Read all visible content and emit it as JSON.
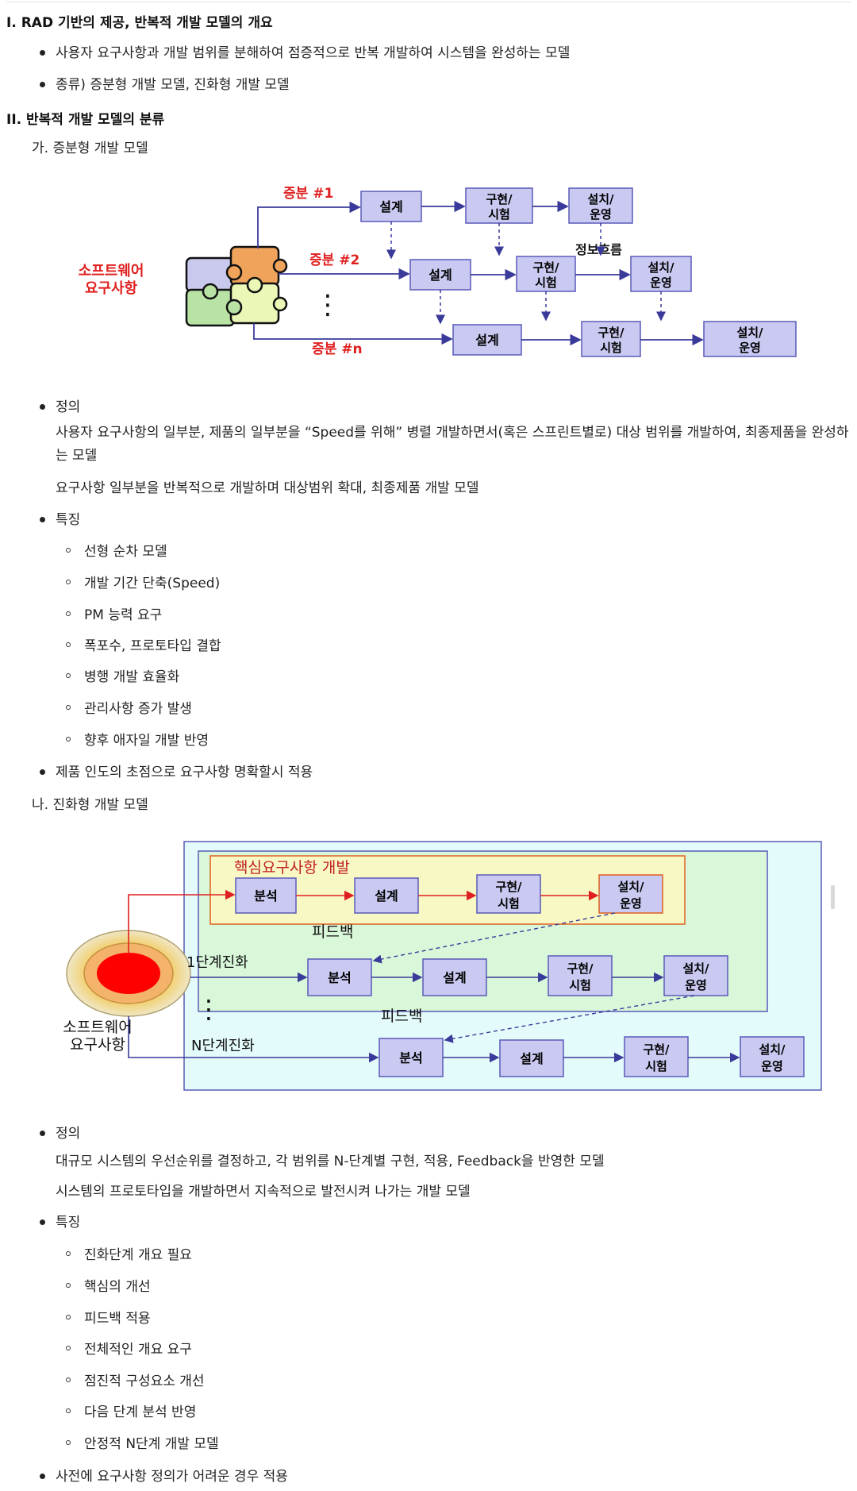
{
  "section1": {
    "heading": "I. RAD 기반의 제공, 반복적 개발 모델의 개요",
    "bullets": [
      "사용자 요구사항과 개발 범위를 분해하여 점증적으로 반복 개발하여 시스템을 완성하는 모델",
      "종류) 증분형 개발 모델, 진화형 개발 모델"
    ]
  },
  "section2": {
    "heading": "II. 반복적 개발 모델의 분류",
    "incremental": {
      "title": "가. 증분형 개발 모델",
      "diagram": {
        "source": "소프트웨어\n요구사항",
        "source_line1": "소프트웨어",
        "source_line2": "요구사항",
        "inc1": "증분 #1",
        "inc2": "증분 #2",
        "incn": "증분 #n",
        "info_flow": "정보흐름",
        "design": "설계",
        "impl_line1": "구현/",
        "impl_line2": "시험",
        "install_line1": "설치/",
        "install_line2": "운영",
        "dots": "⋮"
      },
      "def_label": "정의",
      "def_text1": "사용자 요구사항의 일부분, 제품의 일부분을 “Speed를 위해” 병렬 개발하면서(혹은 스프린트별로) 대상 범위를 개발하여, 최종제품을 완성하는 모델",
      "def_text2": "요구사항 일부분을 반복적으로 개발하며 대상범위 확대, 최종제품 개발 모델",
      "feat_label": "특징",
      "features": [
        "선형 순차 모델",
        "개발 기간 단축(Speed)",
        "PM 능력 요구",
        "폭포수, 프로토타입 결합",
        "병행 개발 효율화",
        "관리사항 증가 발생",
        "향후 애자일 개발 반영"
      ],
      "apply": "제품 인도의 초점으로 요구사항 명확할시 적용"
    },
    "evolutionary": {
      "title": "나. 진화형 개발 모델",
      "diagram": {
        "core": "핵심요구사항 개발",
        "feedback": "피드백",
        "stage1": "1단계진화",
        "stagen": "N단계진화",
        "source_line1": "소프트웨어",
        "source_line2": "요구사항",
        "analysis": "분석",
        "design": "설계",
        "impl_line1": "구현/",
        "impl_line2": "시험",
        "install_line1": "설치/",
        "install_line2": "운영",
        "dots": "⋮"
      },
      "def_label": "정의",
      "def_text1": "대규모 시스템의 우선순위를 결정하고, 각 범위를 N-단계별 구현, 적용, Feedback을 반영한 모델",
      "def_text2": "시스템의 프로토타입을 개발하면서 지속적으로 발전시켜 나가는 개발 모델",
      "feat_label": "특징",
      "features": [
        "진화단계 개요 필요",
        "핵심의 개선",
        "피드백 적용",
        "전체적인 개요 요구",
        "점진적 구성요소 개선",
        "다음 단계 분석 반영",
        "안정적 N단계 개발 모델"
      ],
      "apply": "사전에 요구사항 정의가 어려운 경우 적용"
    }
  },
  "colors": {
    "box_fill": "#c9c9f2",
    "box_stroke": "#5a5ab8",
    "red_label": "#e02020",
    "outer_bg": "#e4fbfb",
    "inner_bg": "#d9f7d9",
    "core_bg": "#f8f8c4"
  }
}
